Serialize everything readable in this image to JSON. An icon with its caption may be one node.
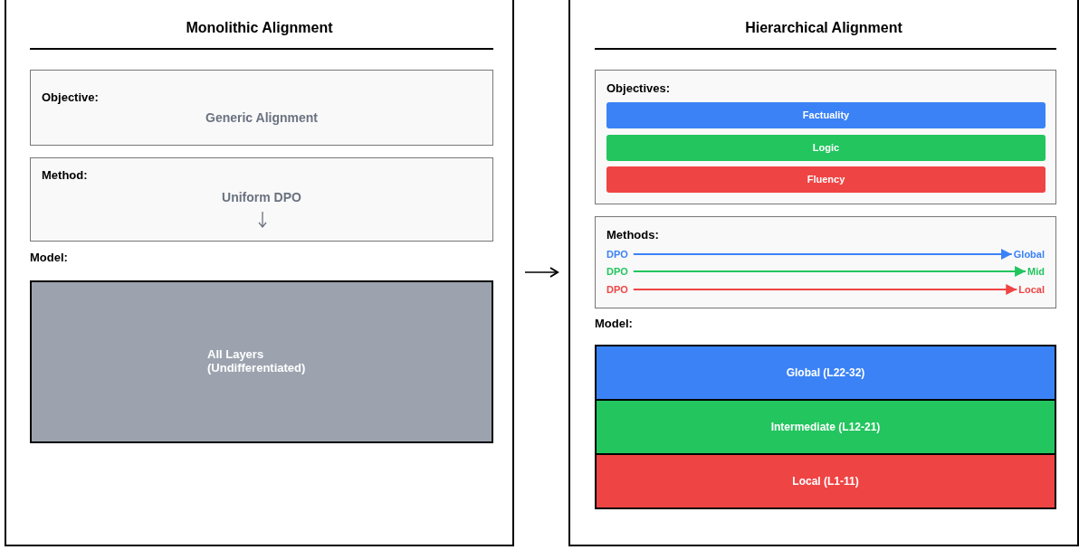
{
  "diagram": {
    "nodes": [
      {
        "text": [
          "Monolithic Alignment",
          "Model:"
        ]
      },
      {
        "text": [
          "Objective:",
          "Generic Alignment"
        ],
        "in": 0
      },
      {
        "text": [
          "Method:",
          "Uniform DPO"
        ],
        "in": 0
      },
      {
        "text": [
          "All Layers (Undifferentiated)"
        ],
        "in": 0
      },
      {
        "text": [
          "Hierarchical Alignment",
          "Model:"
        ]
      },
      {
        "text": [
          "Objectives:"
        ],
        "in": 4
      },
      {
        "text": [
          "Factuality"
        ],
        "in": 5
      },
      {
        "text": [
          "Logic"
        ],
        "in": 5
      },
      {
        "text": [
          "Fluency"
        ],
        "in": 5
      },
      {
        "text": [
          "Methods:"
        ],
        "in": 4
      },
      {
        "text": [
          "DPO"
        ],
        "in": 9
      },
      {
        "text": [
          "Global"
        ],
        "in": 9
      },
      {
        "text": [
          "DPO"
        ],
        "in": 9
      },
      {
        "text": [
          "Mid"
        ],
        "in": 9
      },
      {
        "text": [
          "DPO"
        ],
        "in": 9
      },
      {
        "text": [
          "Local"
        ],
        "in": 9
      },
      {
        "text": [
          "Global (L22-32)"
        ],
        "in": 4
      },
      {
        "text": [
          "Intermediate (L12-21)"
        ],
        "in": 4
      },
      {
        "text": [
          "Local (L1-11)"
        ],
        "in": 4
      }
    ],
    "edges": [
      {
        "from": 0,
        "to": 4,
        "arrow": "to"
      },
      {
        "from": 10,
        "to": 11,
        "arrow": "to",
        "color": "#3b82f6"
      },
      {
        "from": 12,
        "to": 13,
        "arrow": "to",
        "color": "#22c55e"
      },
      {
        "from": 14,
        "to": 15,
        "arrow": "to",
        "color": "#ef4444"
      }
    ]
  }
}
